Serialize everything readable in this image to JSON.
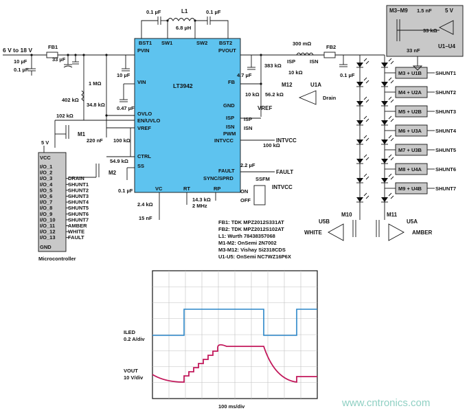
{
  "ic": {
    "name": "LT3942",
    "pins": {
      "bst1": "BST1",
      "sw1": "SW1",
      "sw2": "SW2",
      "bst2": "BST2",
      "pvin": "PVIN",
      "pvout": "PVOUT",
      "vin": "VIN",
      "fb": "FB",
      "gnd": "GND",
      "ovlo": "OVLO",
      "en": "EN/UVLO",
      "vref": "VREF",
      "isp": "ISP",
      "isn": "ISN",
      "pwm": "PWM",
      "intvcc": "INTVCC",
      "ctrl": "CTRL",
      "ss": "SS",
      "fault": "FAULT",
      "sync": "SYNC/SPRD",
      "vc": "VC",
      "rt": "RT",
      "rp": "RP"
    }
  },
  "supply": {
    "label": "6 V to 18 V",
    "fb1": "FB1",
    "fb2": "FB2",
    "l1": "L1",
    "l1_val": "6.8 µH",
    "c_in1": "10 µF",
    "c_in2": "0.1 µF",
    "c_in3": "33 µF",
    "c_bst1": "0.1 µF",
    "c_bst2": "0.1 µF"
  },
  "parts": {
    "r402k": "402 kΩ",
    "r102k": "102 kΩ",
    "r1m": "1 MΩ",
    "r348k": "34.8 kΩ",
    "c10u": "10 µF",
    "c047u": "0.47 µF",
    "c47u": "4.7 µF",
    "r383k": "383 kΩ",
    "r10k_a": "10 kΩ",
    "r10k_b": "10 kΩ",
    "r562k": "56.2 kΩ",
    "r300m": "300 mΩ",
    "c01u_out": "0.1 µF",
    "c220n": "220 nF",
    "r100k_a": "100 kΩ",
    "r549k": "54.9 kΩ",
    "c01u_ss": "0.1 µF",
    "r24k": "2.4 kΩ",
    "c15n": "15 nF",
    "r143k": "14.3 kΩ",
    "f2m": "2 MHz",
    "r100k_b": "100 kΩ",
    "c22u": "2.2 µF",
    "c15n_b": "1.5 nF",
    "r33k": "33 kΩ",
    "c33n": "33 nF"
  },
  "labels": {
    "vref_out": "VREF",
    "drain": "Drain",
    "u1a": "U1A",
    "m12": "M12",
    "isp": "ISP",
    "isn": "ISN",
    "intvcc1": "INTVCC",
    "fault": "FAULT",
    "ssfm": "SSFM",
    "intvcc2": "INTVCC",
    "on": "ON",
    "off": "OFF",
    "m1": "M1",
    "m2": "M2",
    "v5": "5 V",
    "vcc": "VCC",
    "gnd": "GND",
    "micro": "Microcontroller",
    "m3m9": "M3–M9",
    "v5b": "5 V",
    "u1u4": "U1–U4",
    "u5b": "U5B",
    "m10": "M10",
    "m11": "M11",
    "u5a": "U5A",
    "white": "WHITE",
    "amber": "AMBER"
  },
  "mcu_pins": [
    {
      "pin": "I/O_1",
      "sig": ""
    },
    {
      "pin": "I/O_2",
      "sig": ""
    },
    {
      "pin": "I/O_3",
      "sig": "DRAIN"
    },
    {
      "pin": "I/O_4",
      "sig": "SHUNT1"
    },
    {
      "pin": "I/O_5",
      "sig": "SHUNT2"
    },
    {
      "pin": "I/O_6",
      "sig": "SHUNT3"
    },
    {
      "pin": "I/O_7",
      "sig": "SHUNT4"
    },
    {
      "pin": "I/O_8",
      "sig": "SHUNT5"
    },
    {
      "pin": "I/O_9",
      "sig": "SHUNT6"
    },
    {
      "pin": "I/O_10",
      "sig": "SHUNT7"
    },
    {
      "pin": "I/O_11",
      "sig": "AMBER"
    },
    {
      "pin": "I/O_12",
      "sig": "WHITE"
    },
    {
      "pin": "I/O_13",
      "sig": "FAULT"
    }
  ],
  "shunts": [
    {
      "box": "M3 + U1B",
      "out": "SHUNT1"
    },
    {
      "box": "M4 + U2A",
      "out": "SHUNT2"
    },
    {
      "box": "M5 + U2B",
      "out": "SHUNT3"
    },
    {
      "box": "M6 + U3A",
      "out": "SHUNT4"
    },
    {
      "box": "M7 + U3B",
      "out": "SHUNT5"
    },
    {
      "box": "M8 + U4A",
      "out": "SHUNT6"
    },
    {
      "box": "M9 + U4B",
      "out": "SHUNT7"
    }
  ],
  "bom": [
    "FB1: TDK MPZ2012S331AT",
    "FB2: TDK MPZ2012S102AT",
    "L1: Wurth 78438357068",
    "M1-M2: OnSemi 2N7002",
    "M3-M12: Vishay Si2318CDS",
    "U1-U5: OnSemi NC7WZ16P6X"
  ],
  "scope": {
    "ch1_name": "ILED",
    "ch1_scale": "0.2 A/div",
    "ch2_name": "VOUT",
    "ch2_scale": "10 V/div",
    "timebase": "100 ms/div",
    "ch1_color": "#2a86c8",
    "ch2_color": "#c2185b",
    "grid_divisions": [
      10,
      8
    ]
  },
  "watermark": "www.cntronics.com"
}
